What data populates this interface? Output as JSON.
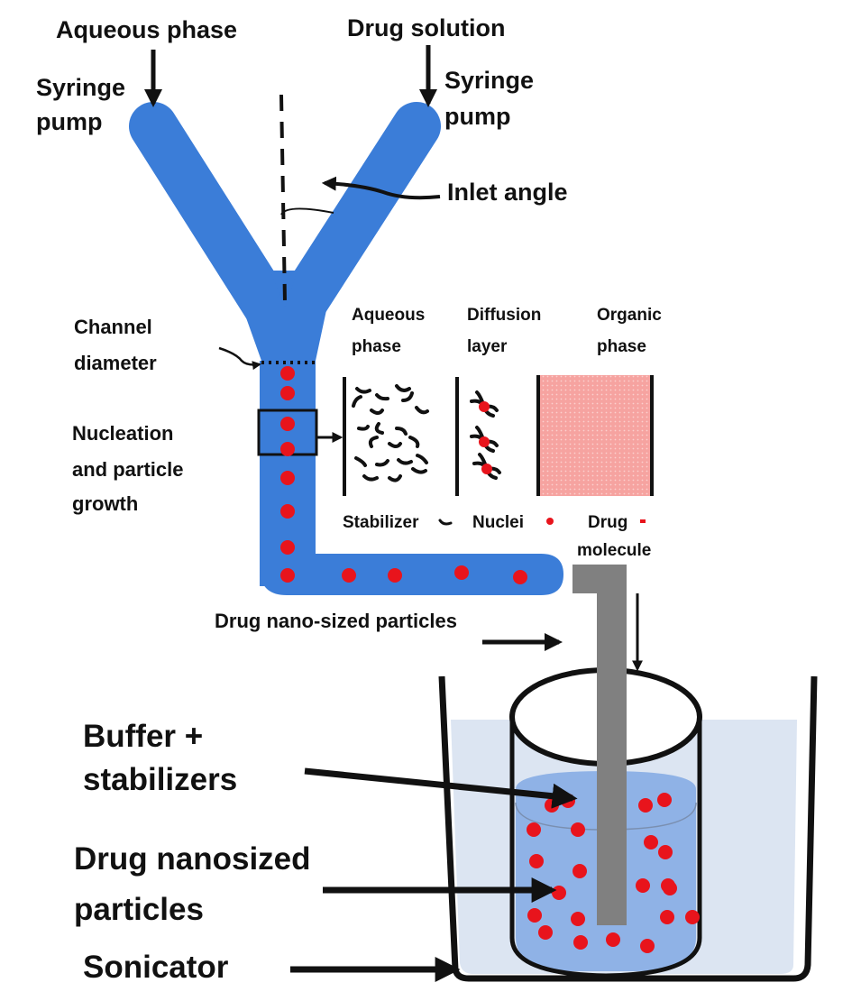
{
  "colors": {
    "channel": "#3b7dd8",
    "particle": "#e8141c",
    "probe": "#808080",
    "bath_water": "#dce5f2",
    "vial_liquid": "#8fb2e6",
    "organic_phase": "#f6a3a0",
    "ink": "#111111"
  },
  "inlets": {
    "left": {
      "label": "Aqueous phase",
      "pump_line1": "Syringe",
      "pump_line2": "pump"
    },
    "right": {
      "label": "Drug solution",
      "pump_line1": "Syringe",
      "pump_line2": "pump"
    },
    "angle_label": "Inlet angle"
  },
  "channel": {
    "diameter_line1": "Channel",
    "diameter_line2": "diameter",
    "nucleation_line1": "Nucleation",
    "nucleation_line2": "and particle",
    "nucleation_line3": "growth",
    "outlet_label": "Drug nano-sized particles"
  },
  "inset": {
    "aqueous_line1": "Aqueous",
    "aqueous_line2": "phase",
    "diffusion_line1": "Diffusion",
    "diffusion_line2": "layer",
    "organic_line1": "Organic",
    "organic_line2": "phase",
    "legend": {
      "stabilizer": "Stabilizer",
      "nuclei": "Nuclei",
      "drug_line1": "Drug",
      "drug_line2": "molecule"
    }
  },
  "sonication": {
    "buffer_line1": "Buffer +",
    "buffer_line2": "stabilizers",
    "particles_line1": "Drug nanosized",
    "particles_line2": "particles",
    "sonicator": "Sonicator"
  }
}
